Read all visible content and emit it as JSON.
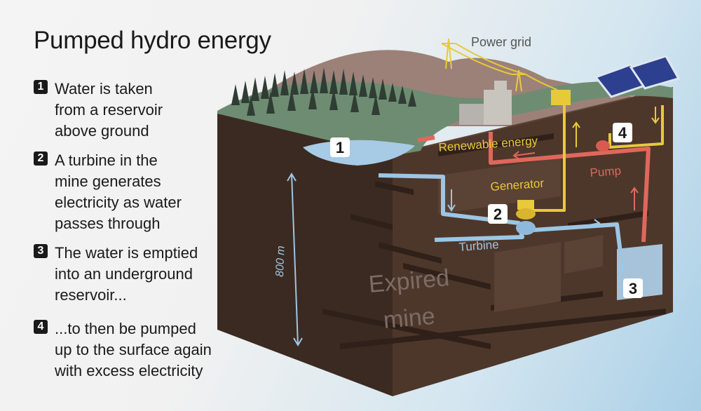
{
  "title": "Pumped hydro energy",
  "steps": [
    {
      "number": "1",
      "lines": [
        "Water is taken",
        "from a reservoir",
        "above ground"
      ]
    },
    {
      "number": "2",
      "lines": [
        "A turbine in the",
        "mine generates",
        "electricity as water",
        "passes through"
      ]
    },
    {
      "number": "3",
      "lines": [
        "The water is emptied",
        "into an underground",
        "reservoir..."
      ]
    },
    {
      "number": "4",
      "lines": [
        "...to then be pumped",
        "up to the surface again",
        "with excess electricity"
      ]
    }
  ],
  "diagram": {
    "power_grid_label": "Power grid",
    "renewable_energy_label": "Renewable energy",
    "generator_label": "Generator",
    "pump_label": "Pump",
    "turbine_label": "Turbine",
    "depth_label": "800 m",
    "mine_label_line1": "Expired",
    "mine_label_line2": "mine",
    "marker_1": "1",
    "marker_2": "2",
    "marker_3": "3",
    "marker_4": "4"
  },
  "colors": {
    "water_pipe": "#9cc6e4",
    "power_line": "#e8c93a",
    "pump_pipe": "#e0675c",
    "earth": "#4e382c",
    "grass": "#6e8c72"
  }
}
